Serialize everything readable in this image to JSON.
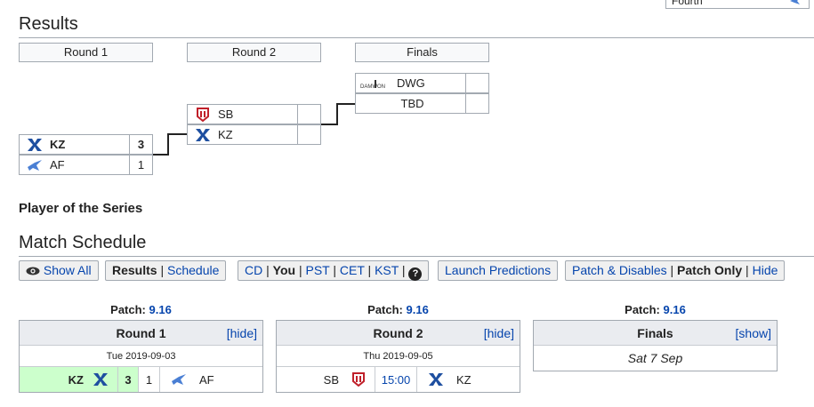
{
  "top_box": {
    "text": "Fourth"
  },
  "results": {
    "heading": "Results",
    "rounds": [
      "Round 1",
      "Round 2",
      "Finals"
    ],
    "round1": [
      {
        "team": "KZ",
        "score": "3",
        "winner": true,
        "logo": "kz-logo"
      },
      {
        "team": "AF",
        "score": "1",
        "winner": false,
        "logo": "af-logo"
      }
    ],
    "round2": [
      {
        "team": "SB",
        "score": "",
        "logo": "sb-logo"
      },
      {
        "team": "KZ",
        "score": "",
        "logo": "kz-logo"
      }
    ],
    "finals": [
      {
        "team": "DWG",
        "score": "",
        "logo": "dwg-logo",
        "logo_text": "DAMWON"
      },
      {
        "team": "TBD",
        "score": ""
      }
    ]
  },
  "player_of_series": {
    "heading": "Player of the Series"
  },
  "match_schedule": {
    "heading": "Match Schedule",
    "toolbar": {
      "show_all": "Show All",
      "results": "Results",
      "schedule": "Schedule",
      "timezones": [
        "CD",
        "You",
        "PST",
        "CET",
        "KST"
      ],
      "help": "?",
      "launch_predictions": "Launch Predictions",
      "patch_disables": "Patch & Disables",
      "patch_only": "Patch Only",
      "hide": "Hide"
    },
    "cards": [
      {
        "patch_label": "Patch:",
        "patch": "9.16",
        "title": "Round 1",
        "toggle": "[hide]",
        "date": "Tue 2019-09-03",
        "team1": "KZ",
        "score1": "3",
        "score2": "1",
        "team2": "AF"
      },
      {
        "patch_label": "Patch:",
        "patch": "9.16",
        "title": "Round 2",
        "toggle": "[hide]",
        "date": "Thu 2019-09-05",
        "team1": "SB",
        "time": "15:00",
        "team2": "KZ"
      },
      {
        "patch_label": "Patch:",
        "patch": "9.16",
        "title": "Finals",
        "toggle": "[show]",
        "date_italic": "Sat 7 Sep"
      }
    ]
  },
  "colors": {
    "winner_bg": "#ccffcc",
    "link": "#0645ad",
    "kz_blue": "#1e4fa0",
    "sb_red": "#c0202a"
  }
}
